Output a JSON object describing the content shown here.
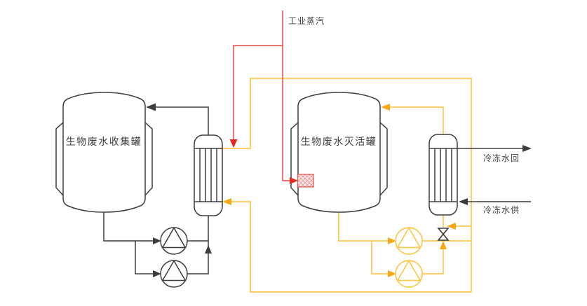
{
  "diagram": {
    "type": "process-flow-diagram",
    "labels": {
      "steam": "工业蒸汽",
      "tank1": "生物废水收集罐",
      "tank2": "生物废水灭活罐",
      "chilled_return": "冷冻水回",
      "chilled_supply": "冷冻水供"
    },
    "equipment": [
      {
        "id": "tank1",
        "name": "生物废水收集罐",
        "kind": "jacketed-tank"
      },
      {
        "id": "tank2",
        "name": "生物废水灭活罐",
        "kind": "jacketed-tank"
      },
      {
        "id": "hx1",
        "kind": "shell-tube-heat-exchanger"
      },
      {
        "id": "hx2",
        "kind": "shell-tube-heat-exchanger"
      },
      {
        "id": "pumps-tank1",
        "kind": "centrifugal-pump",
        "count": 2
      },
      {
        "id": "pumps-tank2",
        "kind": "centrifugal-pump",
        "count": 2
      },
      {
        "id": "valve",
        "kind": "two-way-valve"
      },
      {
        "id": "sparger",
        "kind": "steam-sparger"
      }
    ],
    "streams": [
      {
        "id": "steam",
        "label": "工业蒸汽",
        "color": "#e64a42"
      },
      {
        "id": "process",
        "label": "",
        "color": "#fcc84e"
      },
      {
        "id": "chilled_return",
        "label": "冷冻水回",
        "color": "#3d3d3d"
      },
      {
        "id": "chilled_supply",
        "label": "冷冻水供",
        "color": "#3d3d3d"
      }
    ],
    "colors": {
      "ink": "#3d3d3d",
      "steam": "#e64a42",
      "steam_arrow": "#e32a1e",
      "process": "#fcc84e",
      "process_arrow": "#f7a713",
      "text": "#3f3f3f",
      "background": "#ffffff"
    }
  }
}
